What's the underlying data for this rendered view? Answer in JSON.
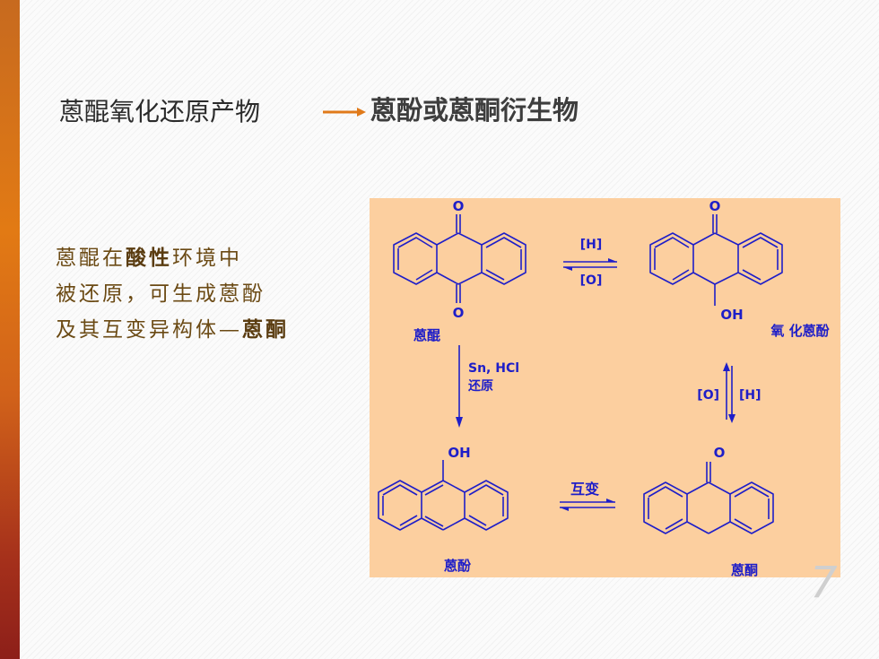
{
  "slide": {
    "title_left": "蒽醌氧化还原产物",
    "title_right": "蒽酚或蒽酮衍生物",
    "body_lines": [
      {
        "pre": "蒽醌在",
        "em": "酸性",
        "post": "环境中"
      },
      {
        "pre": "被还原，可生成蒽酚",
        "em": "",
        "post": ""
      },
      {
        "pre": "及其互变异构体—",
        "em": "蒽酮",
        "post": ""
      }
    ]
  },
  "scheme": {
    "anthraquinone": {
      "name": "蒽醌",
      "top_atom": "O",
      "bottom_atom": "O"
    },
    "oxanthrol": {
      "name": "氧 化蒽酚",
      "top_atom": "O",
      "bottom_atom": "OH"
    },
    "anthranol": {
      "name": "蒽酚",
      "top_atom": "OH"
    },
    "anthrone": {
      "name": "蒽酮",
      "top_atom": "O"
    },
    "arrow_top": {
      "forward": "[H]",
      "reverse": "[O]"
    },
    "arrow_down": {
      "reagent": "Sn, HCl",
      "action": "还原"
    },
    "arrow_right": {
      "up": "[O]",
      "down": "[H]"
    },
    "arrow_bottom": {
      "label": "互变"
    }
  },
  "colors": {
    "ink": "#1e1ec8",
    "panel": "#fccf9f",
    "sidebar": "#e27a14"
  }
}
